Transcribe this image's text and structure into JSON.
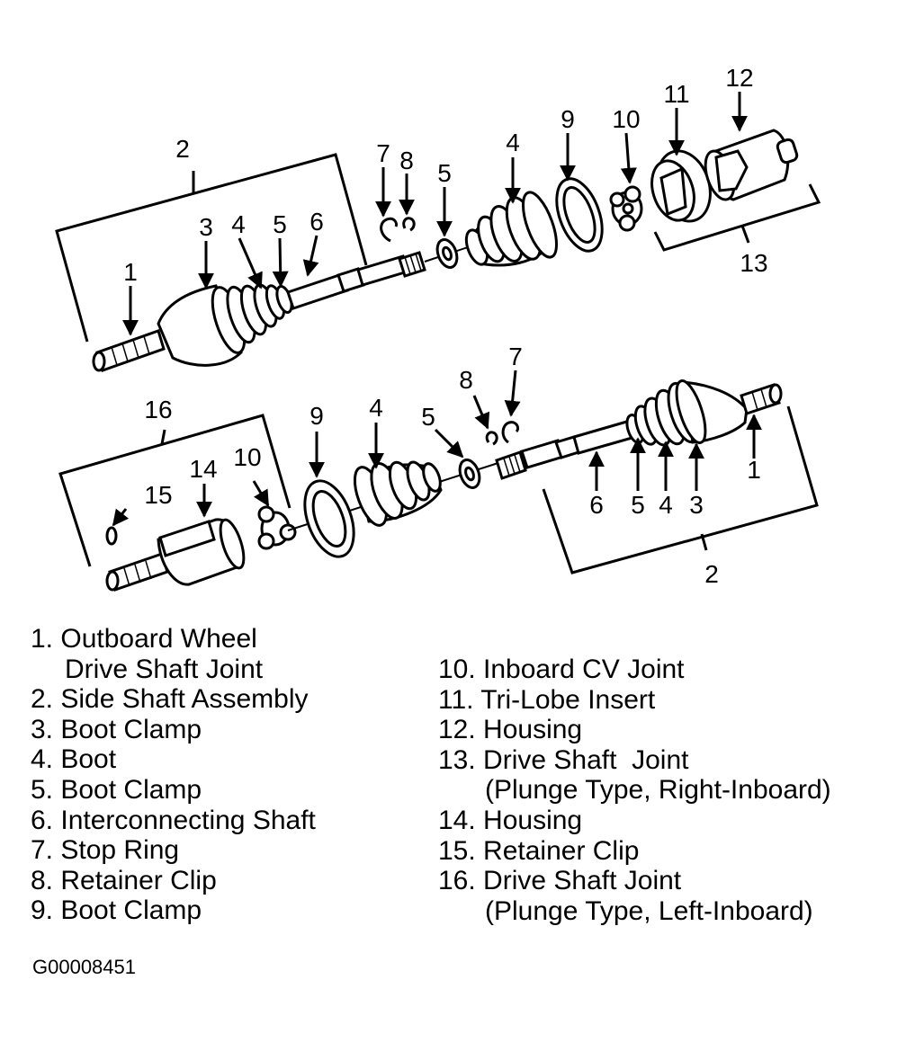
{
  "diagram": {
    "callouts": {
      "top": [
        "1",
        "2",
        "3",
        "4",
        "5",
        "6",
        "7",
        "8",
        "5",
        "4",
        "9",
        "10",
        "11",
        "12",
        "13"
      ],
      "bottom": [
        "16",
        "15",
        "14",
        "10",
        "9",
        "4",
        "5",
        "8",
        "7",
        "6",
        "5",
        "4",
        "3",
        "1",
        "2"
      ]
    }
  },
  "legend": {
    "left": [
      {
        "line": "1. Outboard Wheel"
      },
      {
        "line": "Drive Shaft Joint",
        "cont": true
      },
      {
        "line": "2. Side Shaft Assembly"
      },
      {
        "line": "3. Boot Clamp"
      },
      {
        "line": "4. Boot"
      },
      {
        "line": "5. Boot Clamp"
      },
      {
        "line": "6. Interconnecting Shaft"
      },
      {
        "line": "7. Stop Ring"
      },
      {
        "line": "8. Retainer Clip"
      },
      {
        "line": "9. Boot Clamp"
      }
    ],
    "right": [
      {
        "line": "10. Inboard CV Joint"
      },
      {
        "line": "11. Tri-Lobe Insert"
      },
      {
        "line": "12. Housing"
      },
      {
        "line": "13. Drive Shaft  Joint"
      },
      {
        "line": "(Plunge Type, Right-Inboard)",
        "cont": true
      },
      {
        "line": "14. Housing"
      },
      {
        "line": "15. Retainer Clip"
      },
      {
        "line": "16. Drive Shaft Joint"
      },
      {
        "line": "(Plunge Type, Left-Inboard)",
        "cont": true
      }
    ]
  },
  "figure_code": "G00008451"
}
